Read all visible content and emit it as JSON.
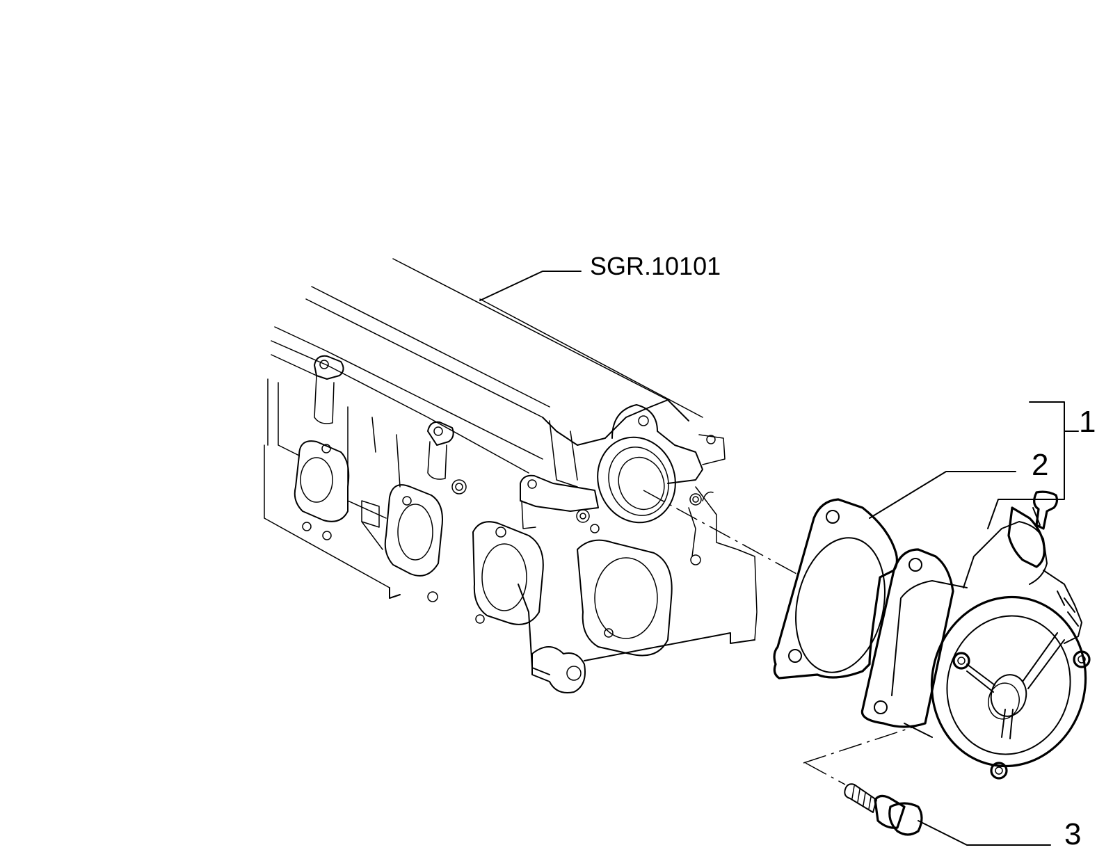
{
  "figure": {
    "reference_label": "SGR.10101",
    "callouts": [
      {
        "number": "1"
      },
      {
        "number": "2"
      },
      {
        "number": "3"
      }
    ]
  }
}
